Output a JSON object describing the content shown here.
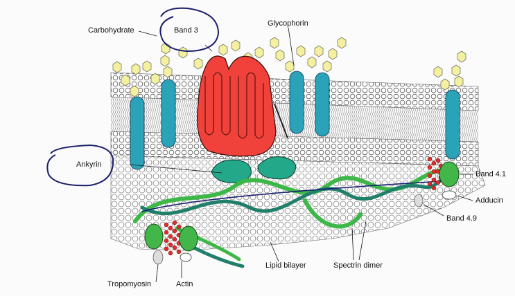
{
  "labels": {
    "carbohydrate": "Carbohydrate",
    "band3": "Band 3",
    "glycophorin": "Glycophorin",
    "ankyrin": "Ankyrin",
    "band41": "Band 4.1",
    "adducin": "Adducin",
    "band49": "Band 4.9",
    "lipid_bilayer": "Lipid bilayer",
    "spectrin_dimer": "Spectrin dimer",
    "tropomyosin": "Tropomyosin",
    "actin": "Actin"
  },
  "colors": {
    "band3": "#f0413a",
    "glycophorin": "#2aa3b8",
    "ankyrin": "#23a889",
    "band41": "#43b649",
    "spectrin_light": "#3db848",
    "spectrin_dark": "#1f7f6a",
    "actin": "#e02c2c",
    "carbohydrate": "#f4f0a0",
    "annotation_ink": "#1a1f6b"
  },
  "icons": [
    "hexagon-carbohydrate",
    "phospholipid-head",
    "alpha-helix-bundle",
    "ink-circle-annotation"
  ]
}
